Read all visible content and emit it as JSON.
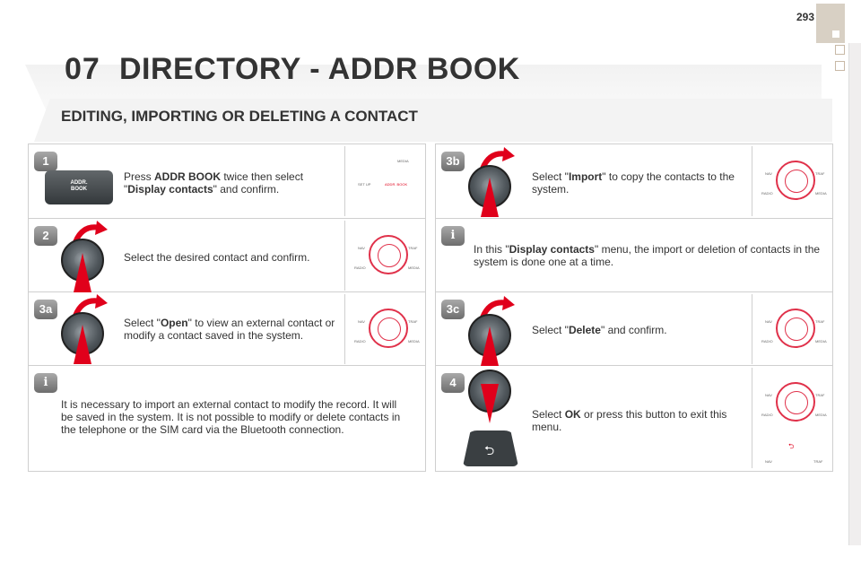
{
  "header": {
    "page_number": "293",
    "chapter_number": "07",
    "chapter_title": "DIRECTORY - ADDR BOOK"
  },
  "section_title": "EDITING, IMPORTING OR DELETING A CONTACT",
  "left_steps": [
    {
      "badge": "1",
      "pre": "Press ",
      "bold": "ADDR BOOK",
      "post": " twice then select \"",
      "bold2": "Display contacts",
      "post2": "\" and confirm.",
      "button_label_line1": "ADDR.",
      "button_label_line2": "BOOK"
    },
    {
      "badge": "2",
      "text": "Select the desired contact and confirm."
    },
    {
      "badge": "3a",
      "pre": "Select \"",
      "bold": "Open",
      "post": "\" to view an external contact or modify a contact saved in the system."
    },
    {
      "badge": "i",
      "text": "It is necessary to import an external contact to modify the record. It will be saved in the system. It is not possible to modify or delete contacts in the telephone or the SIM card via the Bluetooth connection."
    }
  ],
  "right_steps": [
    {
      "badge": "3b",
      "pre": "Select \"",
      "bold": "Import",
      "post": "\" to copy the contacts to the system."
    },
    {
      "badge": "i",
      "pre": "In this \"",
      "bold": "Display contacts",
      "post": "\" menu, the import or deletion of contacts in the system is done one at a time."
    },
    {
      "badge": "3c",
      "pre": "Select \"",
      "bold": "Delete",
      "post": "\" and confirm."
    },
    {
      "badge": "4",
      "pre": "Select ",
      "bold": "OK",
      "post": " or press this button to exit this menu."
    }
  ],
  "panel_labels": {
    "nav": "NAV",
    "traf": "TRAF",
    "radio": "RADIO",
    "media": "MEDIA",
    "set": "SET UP",
    "addr": "ADDR. BOOK"
  },
  "colors": {
    "accent_red": "#e0001b",
    "tab_beige": "#d8d0c4",
    "border_gray": "#cfcfcf"
  },
  "icons": [
    "step-badge",
    "info-icon",
    "rotary-knob",
    "red-arrow",
    "curved-arrow",
    "control-panel",
    "back-icon"
  ]
}
